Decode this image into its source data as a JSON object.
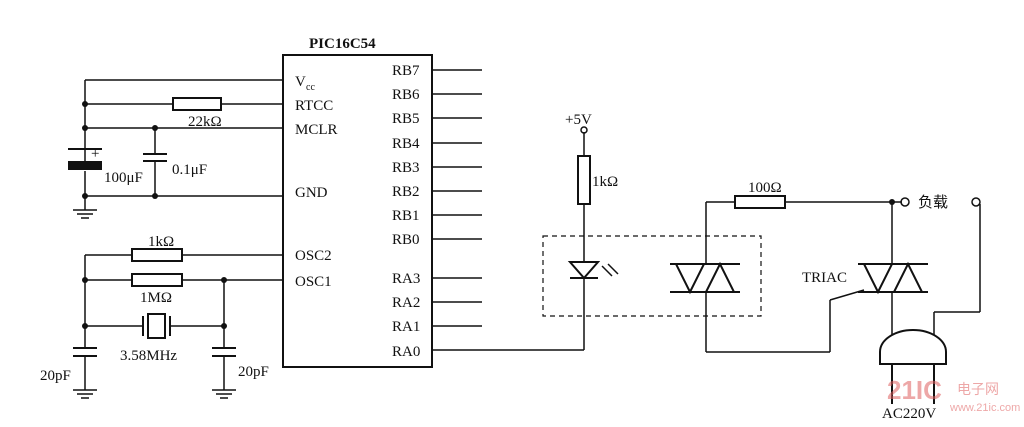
{
  "chip": {
    "name": "PIC16C54",
    "left_pins": {
      "vcc": "V",
      "vcc_sub": "cc",
      "rtcc": "RTCC",
      "mclr": "MCLR",
      "gnd": "GND",
      "osc2": "OSC2",
      "osc1": "OSC1"
    },
    "right_pins": [
      "RB7",
      "RB6",
      "RB5",
      "RB4",
      "RB3",
      "RB2",
      "RB1",
      "RB0",
      "RA3",
      "RA2",
      "RA1",
      "RA0"
    ]
  },
  "components": {
    "r_rtcc": "22kΩ",
    "c_100u": "100μF",
    "c_01u": "0.1μF",
    "r_osc": "1kΩ",
    "r_1m": "1MΩ",
    "crystal": "3.58MHz",
    "c_left": "20pF",
    "c_right": "20pF",
    "supply": "+5V",
    "r_led": "1kΩ",
    "r_gate": "100Ω",
    "load": "负载",
    "triac": "TRIAC",
    "mains": "AC220V",
    "cap_plus": "+"
  },
  "watermark": {
    "logo": "21IC",
    "text": "电子网",
    "url": "www.21ic.com",
    "color": "#e06060"
  }
}
